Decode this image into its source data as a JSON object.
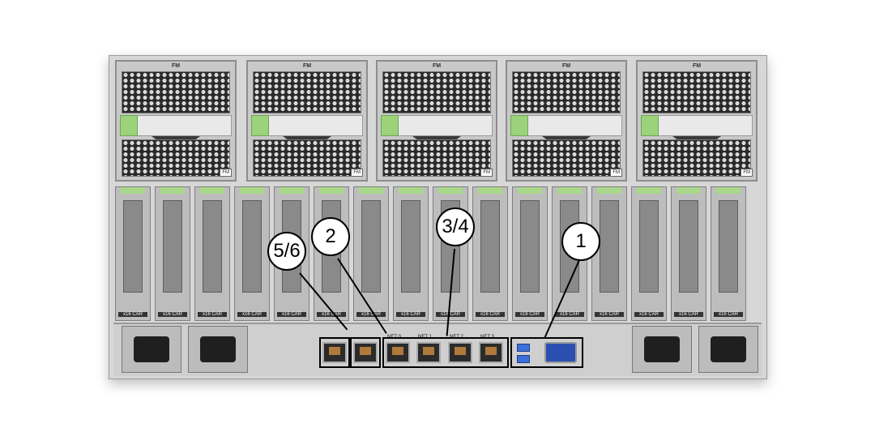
{
  "fans": [
    {
      "label": "FM",
      "badge": "FM"
    },
    {
      "label": "FM",
      "badge": "FM"
    },
    {
      "label": "FM",
      "badge": "FM"
    },
    {
      "label": "FM",
      "badge": "FM"
    },
    {
      "label": "FM",
      "badge": "FM"
    }
  ],
  "slots": [
    {
      "caption": "x16 CAR"
    },
    {
      "caption": "x16 CAR"
    },
    {
      "caption": "x16 CAR"
    },
    {
      "caption": "x16 CAR"
    },
    {
      "caption": "x16 CAR"
    },
    {
      "caption": "x16 CAR"
    },
    {
      "caption": "x16 CAR"
    },
    {
      "caption": "x16 CAR"
    },
    {
      "caption": "x16 CAR"
    },
    {
      "caption": "x16 CAR"
    },
    {
      "caption": "x16 CAR"
    },
    {
      "caption": "x16 CAR"
    },
    {
      "caption": "x16 CAR"
    },
    {
      "caption": "x16 CAR"
    },
    {
      "caption": "x16 CAR"
    },
    {
      "caption": "x16 CAR"
    }
  ],
  "net_ports": [
    "NET 0",
    "NET 1",
    "NET 2",
    "NET 3"
  ],
  "callouts": {
    "c56": "5/6",
    "c2": "2",
    "c34": "3/4",
    "c1": "1"
  },
  "colors": {
    "latch": "#9bd27a",
    "callout": "#000000"
  }
}
